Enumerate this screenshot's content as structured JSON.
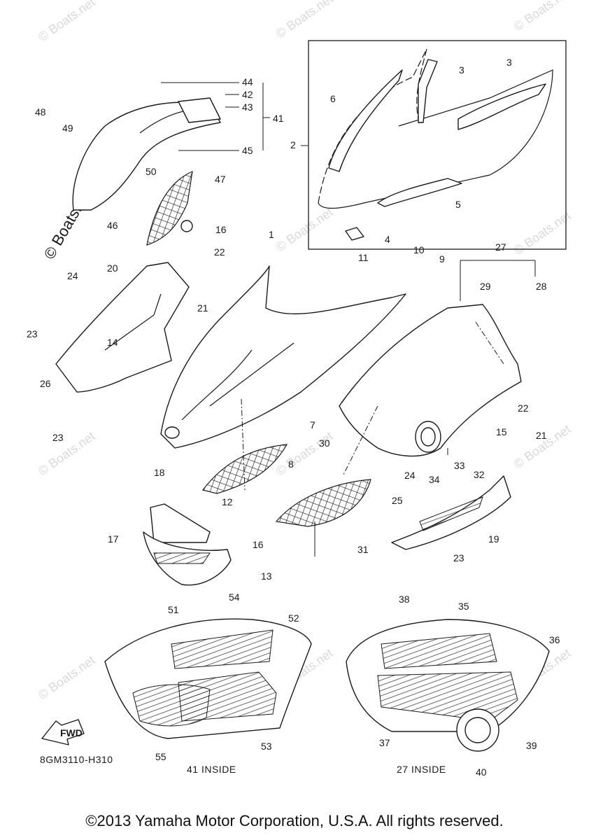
{
  "drawing_code": "8GM3110-H310",
  "views": {
    "inside_41": "41 INSIDE",
    "inside_27": "27 INSIDE"
  },
  "fwd_label": "FWD",
  "watermark": "© Boats.net",
  "watermark_small": "© Boats.net",
  "copyright": "©2013 Yamaha Motor Corporation, U.S.A. All rights reserved.",
  "callouts": [
    "1",
    "2",
    "3",
    "3",
    "4",
    "5",
    "6",
    "7",
    "8",
    "9",
    "10",
    "11",
    "12",
    "13",
    "14",
    "15",
    "16",
    "16",
    "17",
    "18",
    "19",
    "20",
    "21",
    "21",
    "22",
    "22",
    "23",
    "23",
    "23",
    "24",
    "24",
    "25",
    "26",
    "27",
    "28",
    "29",
    "30",
    "31",
    "32",
    "33",
    "34",
    "35",
    "36",
    "37",
    "38",
    "39",
    "40",
    "41",
    "42",
    "43",
    "44",
    "45",
    "46",
    "47",
    "48",
    "49",
    "50",
    "51",
    "52",
    "53",
    "54",
    "55"
  ]
}
